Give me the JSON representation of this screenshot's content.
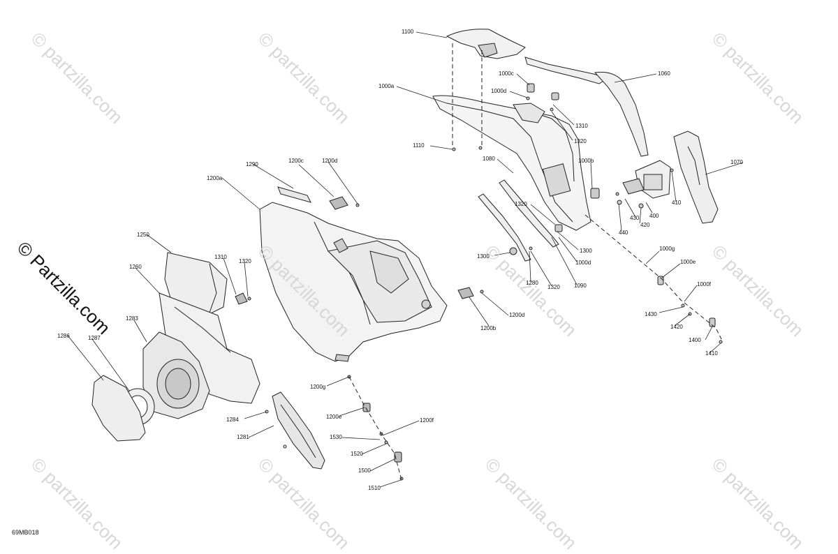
{
  "diagram": {
    "reference_code": "69MB018",
    "watermark_text": "© partzilla.com",
    "side_copyright": "© Partzilla.com",
    "labels": {
      "l1100": "1100",
      "l1060": "1060",
      "l1000c": "1000c",
      "l1000d_top": "1000d",
      "l1000a": "1000a",
      "l1310_top": "1310",
      "l1320_top": "1320",
      "l1110": "1110",
      "l1080": "1080",
      "l1000b": "1000b",
      "l1070": "1070",
      "l410": "410",
      "l400": "400",
      "l430": "430",
      "l420": "420",
      "l440": "440",
      "l1320_mid": "1320",
      "l1300_right": "1300",
      "l1000d_mid": "1000d",
      "l1300_left": "1300",
      "l1280": "1280",
      "l1320_low": "1320",
      "l1090": "1090",
      "l1000g": "1000g",
      "l1000e": "1000e",
      "l1000f": "1000f",
      "l1430": "1430",
      "l1420": "1420",
      "l1400": "1400",
      "l1410": "1410",
      "l1290": "1290",
      "l1200c": "1200c",
      "l1200d_top": "1200d",
      "l1200a": "1200a",
      "l1250": "1250",
      "l1310_left": "1310",
      "l1320_left": "1320",
      "l1260": "1260",
      "l1283": "1283",
      "l1286": "1286",
      "l1287": "1287",
      "l1200d_mid": "1200d",
      "l1200b": "1200b",
      "l1200g": "1200g",
      "l1200e": "1200e",
      "l1200f": "1200f",
      "l1284": "1284",
      "l1281": "1281",
      "l1530": "1530",
      "l1520": "1520",
      "l1500": "1500",
      "l1510": "1510"
    }
  }
}
